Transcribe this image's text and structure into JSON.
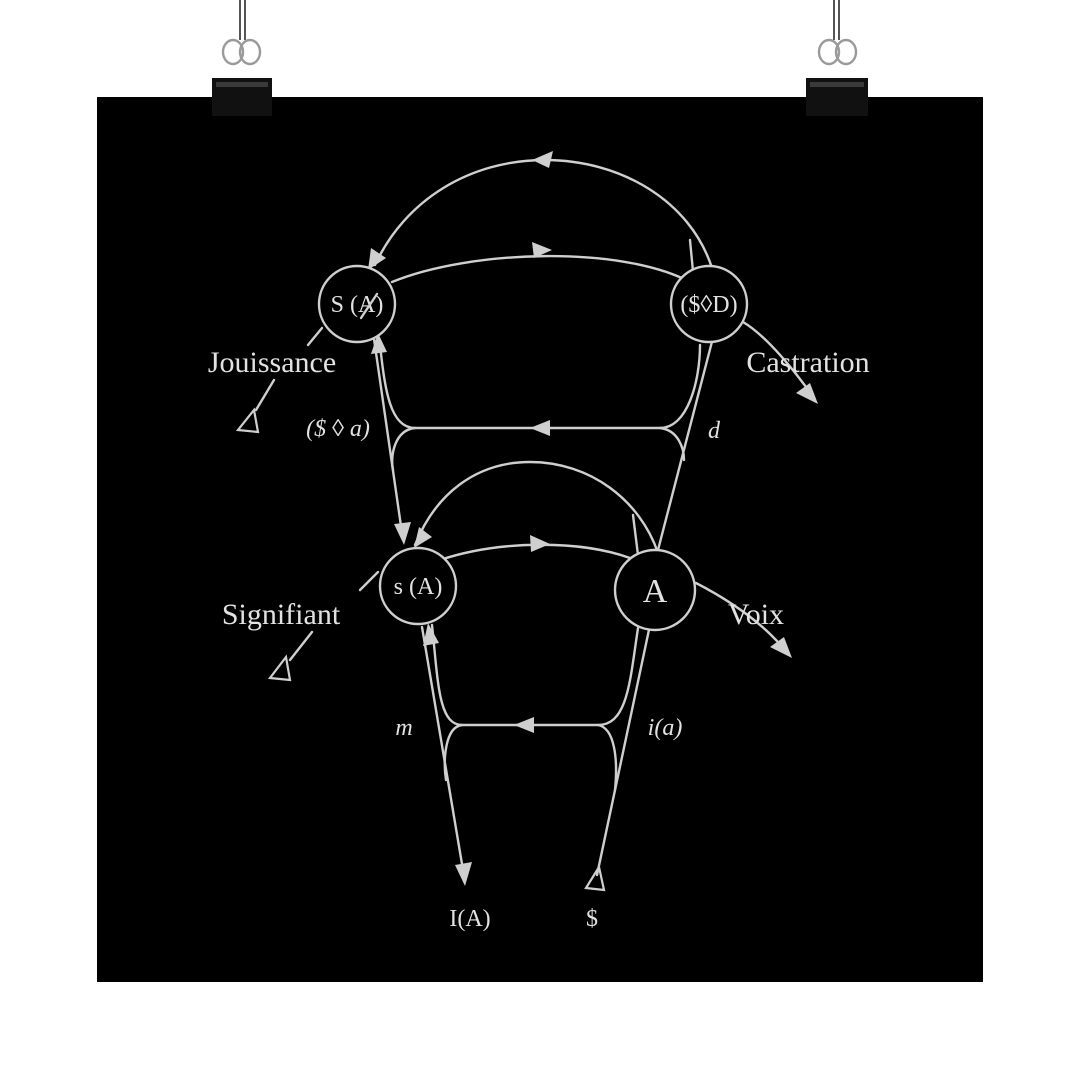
{
  "nodes": {
    "s_barred_a": "S (A)",
    "barred_s_lozenge_d": "($◊D)",
    "s_a": "s (A)",
    "a": "A"
  },
  "labels": {
    "jouissance": "Jouissance",
    "castration": "Castration",
    "signifiant": "Signifiant",
    "voix": "Voix",
    "barred_s_lozenge_a": "($ ◊ a)",
    "d": "d",
    "m": "m",
    "i_a": "i(a)",
    "i_of_a": "I(A)",
    "barred_s": "$"
  },
  "colors": {
    "background": "#ffffff",
    "poster": "#000000",
    "lines": "#cfcfcf",
    "text": "#e2e2e2"
  }
}
